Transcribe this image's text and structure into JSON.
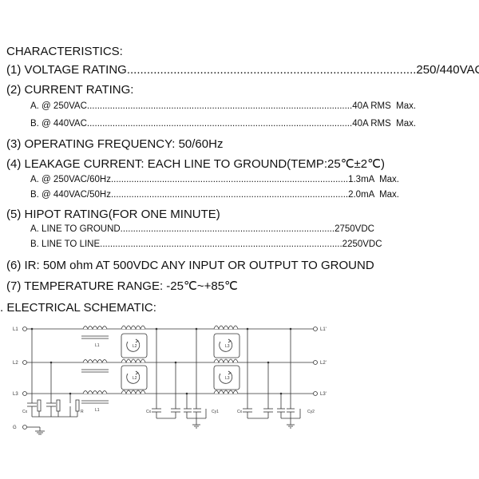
{
  "title": "CHARACTERISTICS:",
  "items": {
    "voltage": "(1) VOLTAGE RATING.......................................................................................250/440VAC",
    "current": "(2) CURRENT RATING:",
    "current_a": "A. @ 250VAC........................................................................................................40A RMS  Max.",
    "current_b": "B. @ 440VAC........................................................................................................40A RMS  Max.",
    "freq": "(3) OPERATING FREQUENCY: 50/60Hz",
    "leak": "(4) LEAKAGE CURRENT: EACH LINE TO GROUND(TEMP:25℃±2℃)",
    "leak_a": "A. @ 250VAC/60Hz.............................................................................................1.3mA  Max.",
    "leak_b": "B. @ 440VAC/50Hz.............................................................................................2.0mA  Max.",
    "hipot": "(5) HIPOT RATING(FOR ONE MINUTE)",
    "hipot_a": "A. LINE TO GROUND....................................................................................2750VDC",
    "hipot_b": "B. LINE TO LINE...............................................................................................2250VDC",
    "ir": "(6) IR: 50M ohm AT 500VDC ANY INPUT OR OUTPUT TO GROUND",
    "temp": "(7) TEMPERATURE RANGE: -25℃~+85℃",
    "schematic": ". ELECTRICAL SCHEMATIC:"
  },
  "schematic_labels": {
    "l1_in": "L1",
    "l2_in": "L2",
    "l3_in": "L3",
    "g": "G",
    "l1_out": "L1'",
    "l2_out": "L2'",
    "l3_out": "L3'",
    "coil1_top": "L1",
    "coil1_bot": "L1",
    "coil2_a": "L2",
    "coil2_b": "L2",
    "coil3_a": "L3",
    "coil3_b": "L3",
    "cx1": "Cx",
    "r": "R",
    "cx2": "Cx",
    "cy1": "Cy1",
    "cx3": "Cx",
    "cy2": "Cy2"
  }
}
